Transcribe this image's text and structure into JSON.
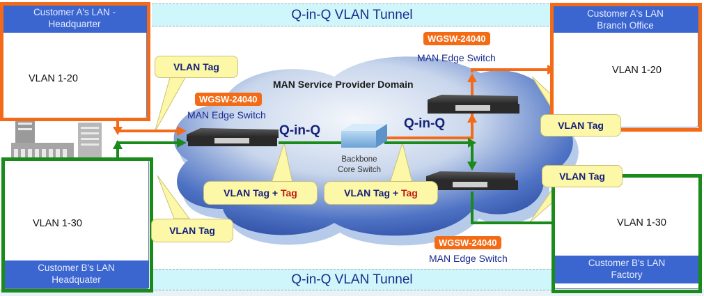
{
  "tunnel": {
    "top_label": "Q-in-Q VLAN Tunnel",
    "bottom_label": "Q-in-Q VLAN Tunnel"
  },
  "customers": {
    "a_hq": {
      "title_line1": "Customer A's LAN  -",
      "title_line2": "Headquarter",
      "vlan": "VLAN 1-20"
    },
    "a_branch": {
      "title_line1": "Customer A's LAN",
      "title_line2": "Branch Office",
      "vlan": "VLAN 1-20"
    },
    "b_hq": {
      "title_line1": "Customer B's LAN",
      "title_line2": "Headquater",
      "vlan": "VLAN 1-30"
    },
    "b_factory": {
      "title_line1": "Customer B's LAN",
      "title_line2": "Factory",
      "vlan": "VLAN 1-30"
    }
  },
  "provider": {
    "domain_label": "MAN Service Provider Domain",
    "backbone_line1": "Backbone",
    "backbone_line2": "Core Switch",
    "qinq_left": "Q-in-Q",
    "qinq_right": "Q-in-Q"
  },
  "edge_switches": {
    "left": {
      "model": "WGSW-24040",
      "role": "MAN Edge Switch"
    },
    "top_right": {
      "model": "WGSW-24040",
      "role": "MAN Edge Switch"
    },
    "bottom_right": {
      "model": "WGSW-24040",
      "role": "MAN Edge Switch"
    }
  },
  "callouts": {
    "vlan_tag": "VLAN Tag",
    "double_tag_prefix": "VLAN Tag + ",
    "double_tag_suffix": "Tag"
  },
  "colors": {
    "customer_a_path": "#f36b18",
    "customer_b_path": "#1a8a1a",
    "header_blue": "#3c66cf",
    "badge_orange": "#f46b16",
    "tunnel_fill": "#cff7fb",
    "callout_fill": "#fdf7a8",
    "outer_tag_red": "#c01a12"
  }
}
